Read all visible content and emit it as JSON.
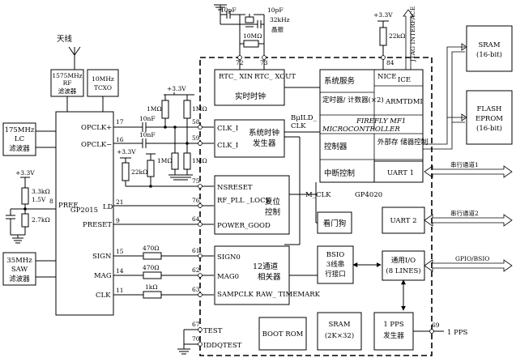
{
  "antenna": {
    "label": "天线"
  },
  "rf_filter": {
    "line1": "1575MHz",
    "line2": "RF",
    "line3": "滤波器"
  },
  "tcxo": {
    "line1": "10MHz",
    "line2": "TCXO"
  },
  "lc_filter": {
    "line1": "175MHz",
    "line2": "LC",
    "line3": "滤波器"
  },
  "saw_filter": {
    "line1": "35MHz",
    "line2": "SAW",
    "line3": "滤波器"
  },
  "gp2015": {
    "name": "GP2015",
    "pins": {
      "opclk_p": "OPCLK+",
      "opclk_n": "OPCLK−",
      "pree": "PREE",
      "ld": "LD",
      "preset": "PRESET",
      "sign": "SIGN",
      "mag": "MAG",
      "clk": "CLK"
    },
    "pin_numbers": {
      "opclk_p": "17",
      "opclk_n": "16",
      "pree": "8",
      "ld": "21",
      "preset": "9",
      "sign": "15",
      "mag": "14",
      "clk": "11"
    }
  },
  "passives": {
    "v33": "+3.3V",
    "r_1m": "1MΩ",
    "c_10nf": "10nF",
    "r_22k": "22kΩ",
    "r_3k3": "3.3kΩ",
    "r_2k7": "2.7kΩ",
    "v15": "1.5V",
    "r_470": "470Ω",
    "r_1k": "1kΩ",
    "c_10pf": "10pF",
    "xtal_freq": "32kHz",
    "xtal_name": "晶振",
    "r_10m": "10MΩ"
  },
  "gp4020": {
    "name": "GP4020",
    "rtc": {
      "xin": "RTC_ XIN",
      "xout": "RTC_ XOUT",
      "label": "实时时钟"
    },
    "clock_gen": {
      "line1": "系统时钟",
      "line2": "发生器",
      "clk_i": "CLK_I",
      "clk_i2": "CLK_I"
    },
    "bus_clk": {
      "line1": "BμILD_",
      "line2": "CLK"
    },
    "reset": {
      "nsreset": "NSRESET",
      "rf_pll_lock": "RF_PLL _LOCK",
      "power_good": "POWER_GOOD",
      "line1": "复位",
      "line2": "控制"
    },
    "correlator": {
      "sign0": "SIGN0",
      "mag0": "MAG0",
      "samp": "SAMPCLK RAW_ TIMEMARK",
      "line1": "12通道",
      "line2": "相关器"
    },
    "m_clk": "M_CLK",
    "watchdog": "看门狗",
    "bsio": {
      "line1": "BSIO",
      "line2": "3线串",
      "line3": "行接口"
    },
    "gpio": {
      "line1": "通用I/O",
      "line2": "(8 LINES)"
    },
    "boot_rom": "BOOT ROM",
    "sram_internal": {
      "line1": "SRAM",
      "line2": "(2K×32)"
    },
    "pps": {
      "line1": "1 PPS",
      "line2": "发生器",
      "out": "1 PPS",
      "pin": "69"
    },
    "uart1": "UART 1",
    "uart2": "UART 2",
    "test": "TEST",
    "iddqtest": "IDDQTEST",
    "mcu": {
      "sys_service": "系统服务",
      "nice": "NICE",
      "ice": "ICE",
      "timer": "定时器/ 计数器(×2)",
      "armtdmi": "ARMTDMI",
      "brand1": "FIREFLY MF1",
      "brand2": "MICROCONTROLLER",
      "controller": "控制器",
      "ext_mem": "外部存 储器控制",
      "int_ctrl": "中断控制"
    },
    "pin_numbers": {
      "rtc_xin": "72",
      "rtc_xout": "73",
      "nice": "84",
      "clk_i": "58",
      "clk_i2": "59",
      "nsreset": "75",
      "rf_pll_lock": "76",
      "power_good": "64",
      "sign0": "61",
      "mag0": "62",
      "samp": "63",
      "test": "67",
      "iddqtest": "70"
    }
  },
  "sram_ext": {
    "line1": "SRAM",
    "line2": "(16-bit)"
  },
  "flash_ext": {
    "line1": "FLASH",
    "line2": "EPROM",
    "line3": "(16-bit)"
  },
  "signals": {
    "jtag": "JTAG INTERFACE",
    "serial1": "串行通道1",
    "serial2": "串行通道2",
    "gpio_bsio": "GPIO/BSIO"
  }
}
